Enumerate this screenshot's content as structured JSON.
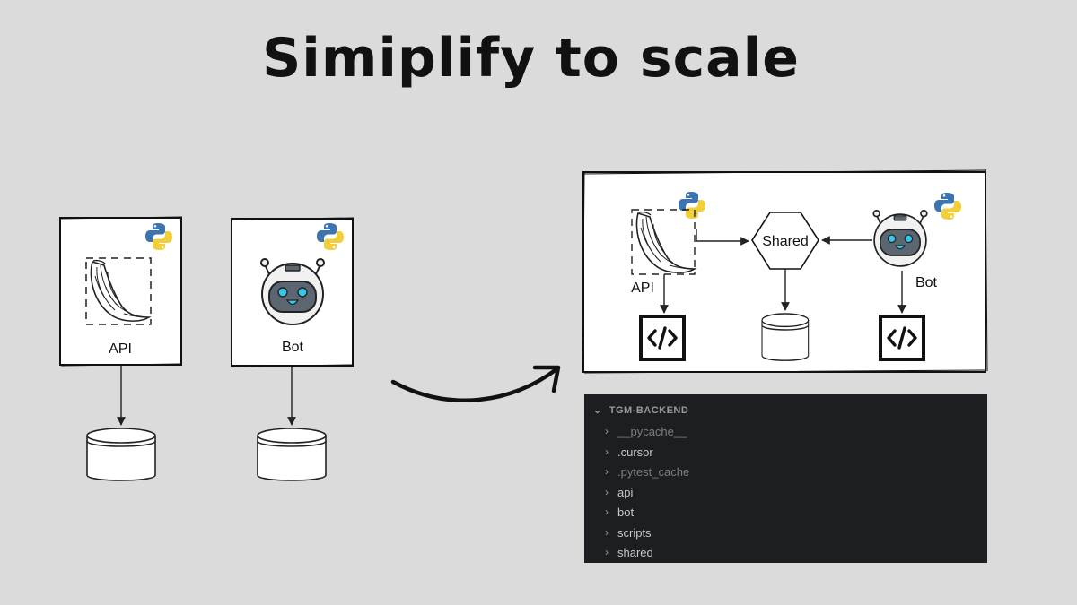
{
  "title": "Simiplify to scale",
  "left_diagram": {
    "api_label": "API",
    "bot_label": "Bot"
  },
  "right_diagram": {
    "api_label": "API",
    "shared_label": "Shared",
    "bot_label": "Bot",
    "code_icon_glyph": "</>"
  },
  "explorer": {
    "header": "TGM-BACKEND",
    "items": [
      {
        "label": "__pycache__",
        "dim": true
      },
      {
        "label": ".cursor",
        "dim": false
      },
      {
        "label": ".pytest_cache",
        "dim": true
      },
      {
        "label": "api",
        "dim": false
      },
      {
        "label": "bot",
        "dim": false
      },
      {
        "label": "scripts",
        "dim": false
      },
      {
        "label": "shared",
        "dim": false
      }
    ]
  },
  "colors": {
    "background": "#dbdbdb",
    "python_blue": "#3b74b0",
    "python_yellow": "#f2cf3a",
    "robot_face": "#5b6670",
    "robot_eye": "#38c6e8",
    "explorer_bg": "#1d1e21"
  }
}
